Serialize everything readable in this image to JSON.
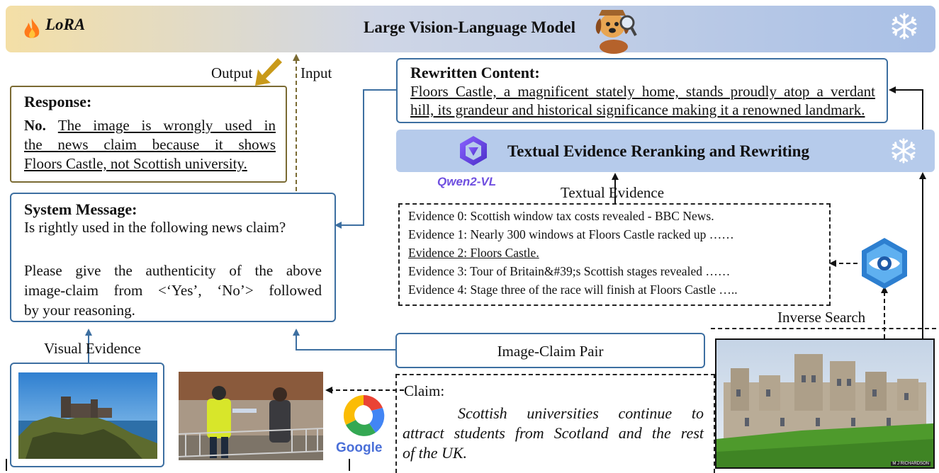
{
  "top": {
    "lora_label": "LoRA",
    "title": "Large Vision-Language Model"
  },
  "labels": {
    "output": "Output",
    "input": "Input",
    "visual_evidence": "Visual Evidence",
    "textual_evidence": "Textual Evidence",
    "inverse_search": "Inverse Search",
    "google": "Google",
    "qwen": "Qwen2-VL"
  },
  "response": {
    "title": "Response:",
    "answer": "No.",
    "line1": "The image is wrongly used in",
    "line2": "the news claim because it shows",
    "line3": "Floors Castle, not Scottish university."
  },
  "system": {
    "title": "System Message:",
    "line1": "Is rightly used in the following news claim?",
    "line2": "Please give the authenticity of the above",
    "line3": "image-claim from <‘Yes’, ‘No’> followed",
    "line4": "by your reasoning."
  },
  "rewritten": {
    "title": "Rewritten Content:",
    "line1": "Floors Castle, a magnificent stately home, stands proudly atop a verdant",
    "line2": "hill, its grandeur and historical significance making it a renowned landmark."
  },
  "reranker": {
    "title": "Textual Evidence Reranking and Rewriting"
  },
  "evidence": [
    "Evidence 0: Scottish window tax costs revealed - BBC News.",
    "Evidence 1: Nearly 300 windows at Floors Castle racked up ……",
    "Evidence 2: Floors Castle.",
    "Evidence 3: Tour of Britain&#39;s Scottish stages revealed ……",
    "Evidence 4: Stage three of the race will finish at Floors Castle ….."
  ],
  "pair": {
    "label": "Image-Claim Pair"
  },
  "claim": {
    "label": "Claim:",
    "line1": "Scottish universities continue to",
    "line2": "attract students from Scotland and the rest",
    "line3": "of the UK."
  },
  "photo_credit": "M J RICHARDSON",
  "colors": {
    "arrow_blue": "#3d6fa1",
    "response_border": "#7a6a32",
    "output_arrow": "#c99a1a",
    "reranker_bg": "#b6cbeb",
    "qwen_purple": "#6f4fe0"
  },
  "icons": [
    "fire-icon",
    "detective-dog-icon",
    "snowflake-icon",
    "qwen-logo-icon",
    "google-logo-icon",
    "eye-search-icon"
  ]
}
